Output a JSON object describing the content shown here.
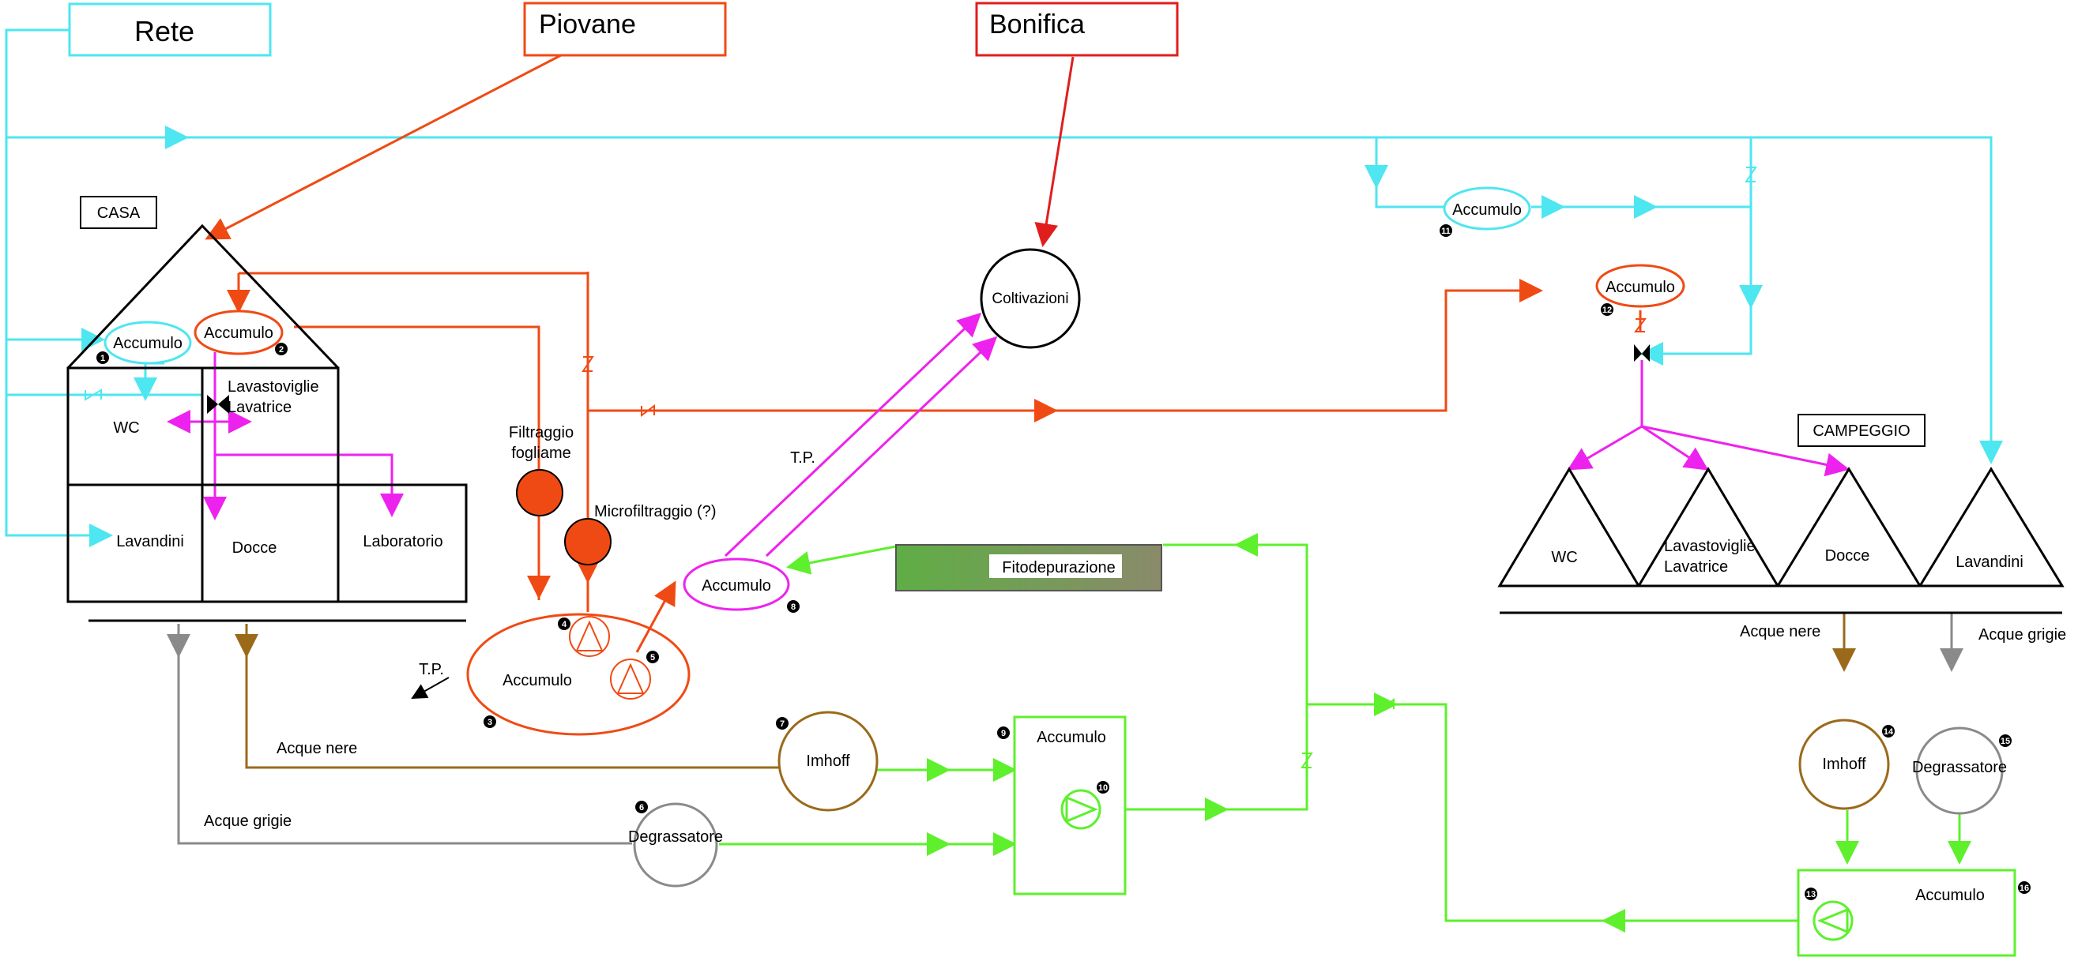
{
  "sources": {
    "rete": "Rete",
    "piovane": "Piovane",
    "bonifica": "Bonifica"
  },
  "casa": {
    "label": "CASA",
    "accumulo_1": "Accumulo",
    "accumulo_2": "Accumulo",
    "lavastoviglie_lavatrice": [
      "Lavastoviglie",
      "Lavatrice"
    ],
    "wc": "WC",
    "lavandini": "Lavandini",
    "docce": "Docce",
    "laboratorio": "Laboratorio"
  },
  "treatment": {
    "filtraggio_fogliame": [
      "Filtraggio",
      "fogliame"
    ],
    "microfiltraggio": "Microfiltraggio (?)",
    "accumulo_3": "Accumulo",
    "accumulo_8": "Accumulo",
    "tp_1": "T.P.",
    "tp_2": "T.P.",
    "coltivazioni": "Coltivazioni",
    "fitodepurazione": "Fitodepurazione",
    "imhoff": "Imhoff",
    "degrassatore": "Degrassatore",
    "accumulo_9": "Accumulo",
    "acque_nere": "Acque nere",
    "acque_grigie": "Acque grigie"
  },
  "campeggio": {
    "label": "CAMPEGGIO",
    "accumulo_11": "Accumulo",
    "accumulo_12": "Accumulo",
    "wc": "WC",
    "lavastoviglie_lavatrice": [
      "Lavastoviglie",
      "Lavatrice"
    ],
    "docce": "Docce",
    "lavandini": "Lavandini",
    "acque_nere": "Acque nere",
    "acque_grigie": "Acque grigie",
    "imhoff": "Imhoff",
    "degrassatore": "Degrassatore",
    "accumulo_16": "Accumulo"
  },
  "colors": {
    "rete": "#4ee6f0",
    "piovane": "#f04a14",
    "bonifica": "#e01e1e",
    "reuse": "#ee22ee",
    "treated": "#5ef02c",
    "black_water": "#9a6a1a",
    "grey_water": "#8a8a8a",
    "fitodepurazione_fill": "#6aa84f"
  },
  "numbers": [
    "1",
    "2",
    "3",
    "4",
    "5",
    "6",
    "7",
    "8",
    "9",
    "10",
    "11",
    "12",
    "13",
    "14",
    "15",
    "16"
  ]
}
